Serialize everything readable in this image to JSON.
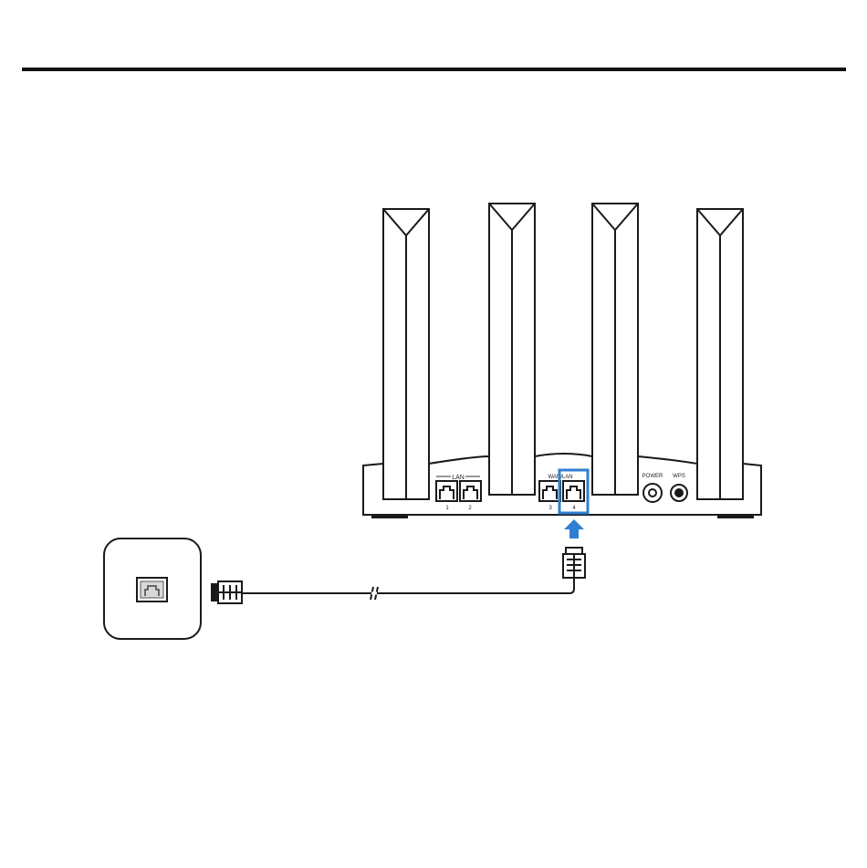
{
  "header": {
    "rule": true
  },
  "router": {
    "lan_group_label": "LAN",
    "wan_group_label": "WAN/LAN",
    "ports": [
      {
        "number": "1"
      },
      {
        "number": "2"
      },
      {
        "number": "3"
      },
      {
        "number": "4",
        "highlighted": true
      }
    ],
    "power_label": "POWER",
    "wps_label": "WPS"
  },
  "colors": {
    "highlight": "#2f7fd1",
    "arrow": "#2f7fd1",
    "line": "#1a1a1a"
  },
  "icons": [
    "wall-socket-icon",
    "ethernet-plug-icon",
    "router-icon",
    "insert-arrow-icon"
  ]
}
